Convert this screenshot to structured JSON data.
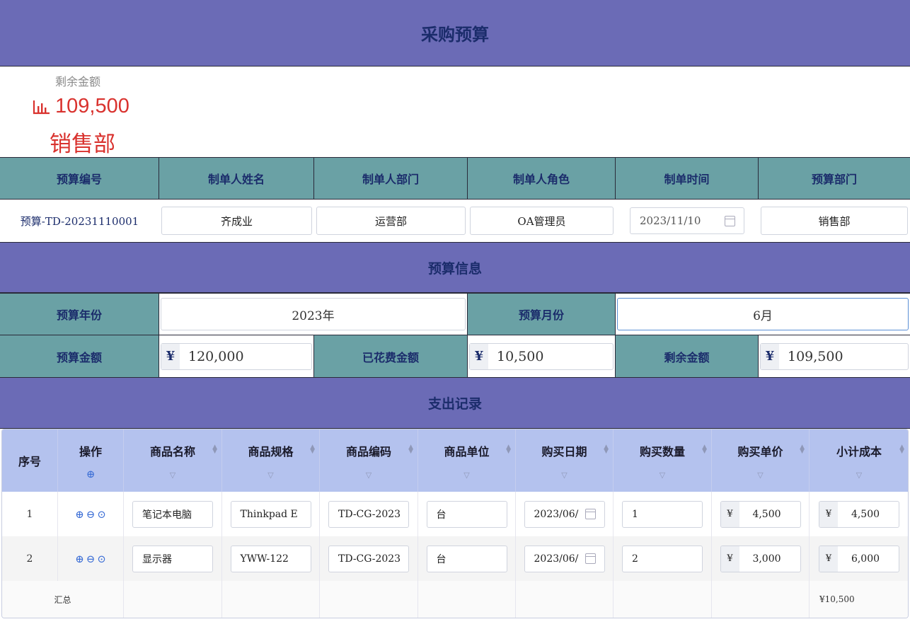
{
  "header": {
    "title": "采购预算"
  },
  "summary": {
    "label": "剩余金额",
    "amount": "109,500",
    "department": "销售部",
    "icon": "bar-chart-icon"
  },
  "creator": {
    "headers": [
      "预算编号",
      "制单人姓名",
      "制单人部门",
      "制单人角色",
      "制单时间",
      "预算部门"
    ],
    "budget_no": "预算-TD-20231110001",
    "name": "齐成业",
    "dept": "运营部",
    "role": "OA管理员",
    "date": "2023/11/10",
    "budget_dept": "销售部"
  },
  "budget_info": {
    "title": "预算信息",
    "year_label": "预算年份",
    "year_value": "2023年",
    "month_label": "预算月份",
    "month_value": "6月",
    "amount_label": "预算金额",
    "amount_value": "120,000",
    "spent_label": "已花费金额",
    "spent_value": "10,500",
    "remain_label": "剩余金额",
    "remain_value": "109,500",
    "currency": "¥"
  },
  "expense": {
    "title": "支出记录",
    "columns": [
      "序号",
      "操作",
      "商品名称",
      "商品规格",
      "商品编码",
      "商品单位",
      "购买日期",
      "购买数量",
      "购买单价",
      "小计成本"
    ],
    "rows": [
      {
        "no": "1",
        "name": "笔记本电脑",
        "spec": "Thinkpad E",
        "code": "TD-CG-2023",
        "unit": "台",
        "date": "2023/06/",
        "qty": "1",
        "price": "4,500",
        "subtotal": "4,500"
      },
      {
        "no": "2",
        "name": "显示器",
        "spec": "YWW-122",
        "code": "TD-CG-2023",
        "unit": "台",
        "date": "2023/06/",
        "qty": "2",
        "price": "3,000",
        "subtotal": "6,000"
      }
    ],
    "summary_label": "汇总",
    "summary_total": "¥10,500",
    "currency": "¥"
  },
  "colors": {
    "banner": "#6b6bb6",
    "teal": "#6aa1a5",
    "table_header": "#b4c2ee",
    "accent_red": "#d9322e"
  }
}
